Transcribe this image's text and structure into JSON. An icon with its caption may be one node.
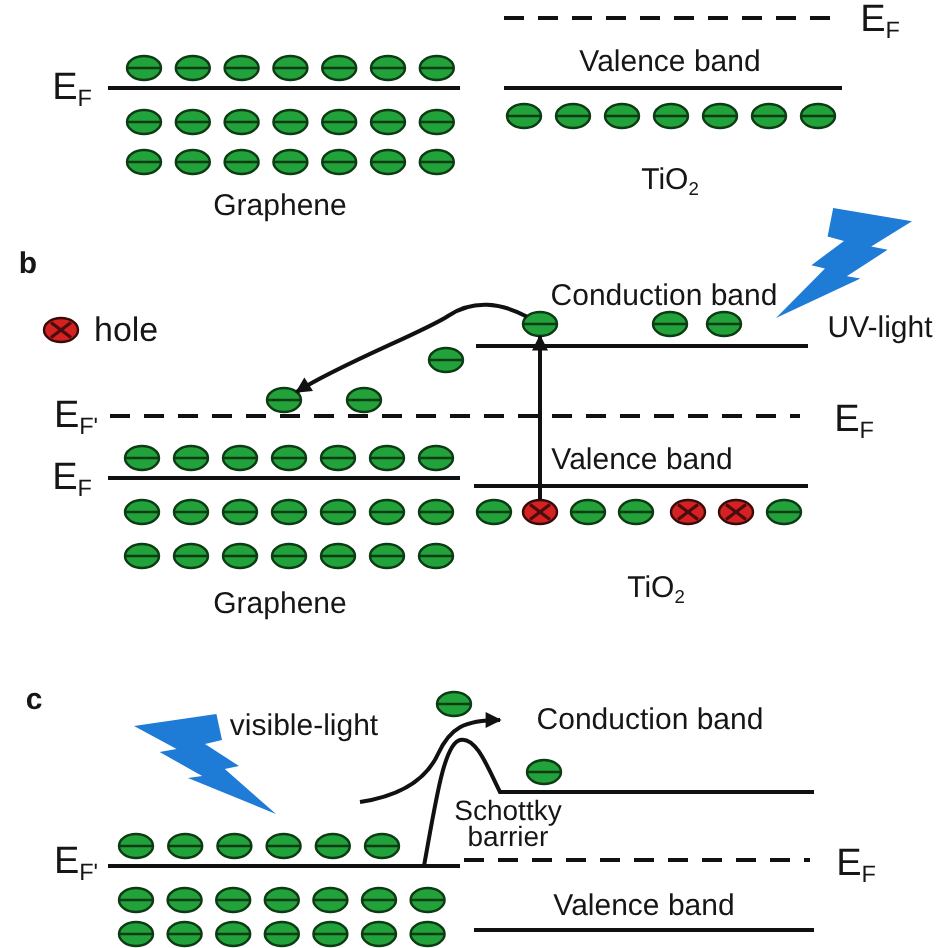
{
  "diagram": {
    "nodes": [
      {
        "text": [],
        "shape": "circle"
      },
      {
        "text": [],
        "shape": "circle"
      },
      {
        "text": [],
        "shape": "circle"
      }
    ],
    "edges": [
      {
        "from": 2,
        "to": 0,
        "arrow": "to"
      },
      {
        "from": 0,
        "to": 1,
        "arrow": "to"
      }
    ],
    "labels": [
      "E$_{F}$",
      "Valence band",
      "E$_{F}$",
      "TiO$_{2}$",
      "Graphene",
      "b",
      "Conduction band",
      "UV-light",
      "E$_{F'}$",
      "E$_{F}$",
      "Valence band",
      "E$_{F}$",
      "TiO$_{2}$",
      "Graphene",
      "c",
      "visible-light",
      "Conduction band",
      "Schottky barrier",
      "E$_{F'}$",
      "E$_{F}$",
      "Valence band"
    ],
    "legend": [
      {
        "text": "hole"
      }
    ]
  }
}
